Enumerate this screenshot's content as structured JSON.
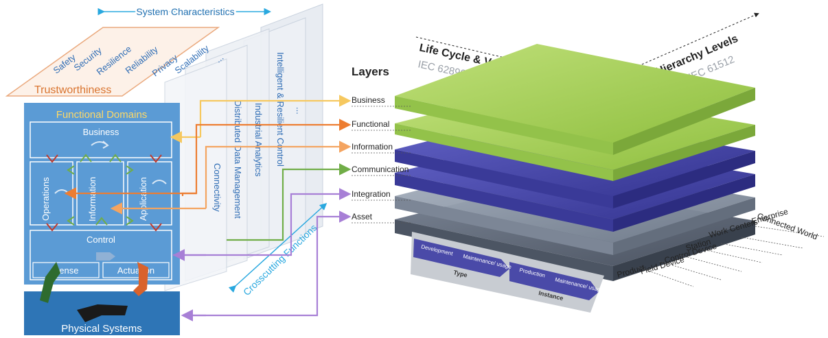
{
  "iira": {
    "system_characteristics": "System Characteristics",
    "characteristics": [
      "Safety",
      "Security",
      "Resilience",
      "Reliability",
      "Privacy",
      "Scalability",
      "..."
    ],
    "trustworthiness": "Trustworthiness",
    "crosscutting_functions": [
      "Connectivity",
      "Distributed Data Management",
      "Industrial Analytics",
      "Intelligent & Resilient Control",
      "..."
    ],
    "crosscutting_label": "Crosscutting Functions",
    "functional_domains": "Functional Domains",
    "business": "Business",
    "operations": "Operations",
    "information": "Information",
    "application": "Application",
    "control": "Control",
    "sense": "Sense",
    "actuation": "Actuation",
    "physical_systems": "Physical Systems"
  },
  "rami": {
    "layers_title": "Layers",
    "layers": [
      "Business",
      "Functional",
      "Information",
      "Communication",
      "Integration",
      "Asset"
    ],
    "lifecycle_title": "Life Cycle & Value Stream",
    "lifecycle_std": "IEC 62890",
    "hierarchy_title": "Hierarchy Levels",
    "hierarchy_std": "IEC 62264 // IEC 61512",
    "hierarchy_levels": [
      "Connected World",
      "Enterprise",
      "Work Centers",
      "Station",
      "Control Device",
      "Field Device",
      "Product"
    ],
    "lifecycle_type": {
      "stages": [
        "Development",
        "Maintenance/ usage"
      ],
      "label": "Type"
    },
    "lifecycle_instance": {
      "stages": [
        "Production",
        "Maintenance/ usage"
      ],
      "label": "Instance"
    }
  },
  "colors": {
    "domain_blue": "#5b9bd5",
    "physical_blue": "#2e75b6",
    "trust_orange": "#e8a070",
    "green_layer": "#a8d060",
    "purple_layer": "#4a4aa8",
    "grey_layer": "#8a96a8",
    "arrow_yellow": "#f6c85f",
    "arrow_orange": "#ed7d31",
    "arrow_green": "#70ad47",
    "arrow_purple": "#a77fd6"
  }
}
